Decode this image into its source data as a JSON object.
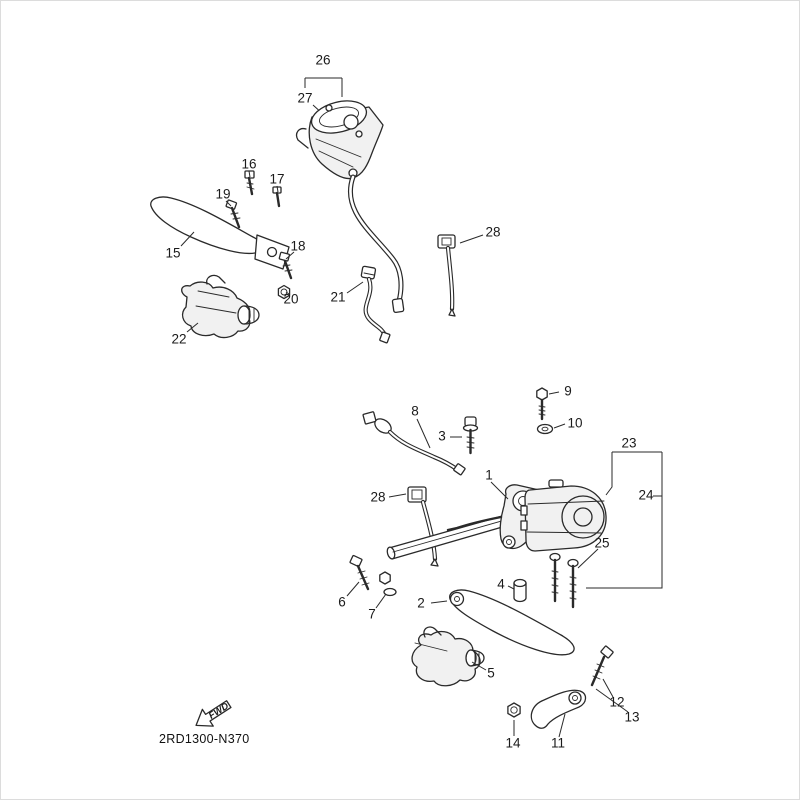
{
  "figure": {
    "part_code": "2RD1300-N370",
    "fwd_label": "FWD"
  },
  "colors": {
    "ink": "#2a2a2a",
    "background": "#ffffff"
  },
  "callouts": {
    "c1": "1",
    "c2": "2",
    "c3": "3",
    "c4": "4",
    "c5": "5",
    "c6": "6",
    "c7": "7",
    "c8": "8",
    "c9": "9",
    "c10": "10",
    "c11": "11",
    "c12": "12",
    "c13": "13",
    "c14": "14",
    "c15": "15",
    "c16": "16",
    "c17": "17",
    "c18": "18",
    "c19": "19",
    "c20": "20",
    "c21": "21",
    "c22": "22",
    "c23": "23",
    "c24": "24",
    "c25": "25",
    "c26": "26",
    "c27": "27",
    "c28_top": "28",
    "c28_bottom": "28"
  }
}
